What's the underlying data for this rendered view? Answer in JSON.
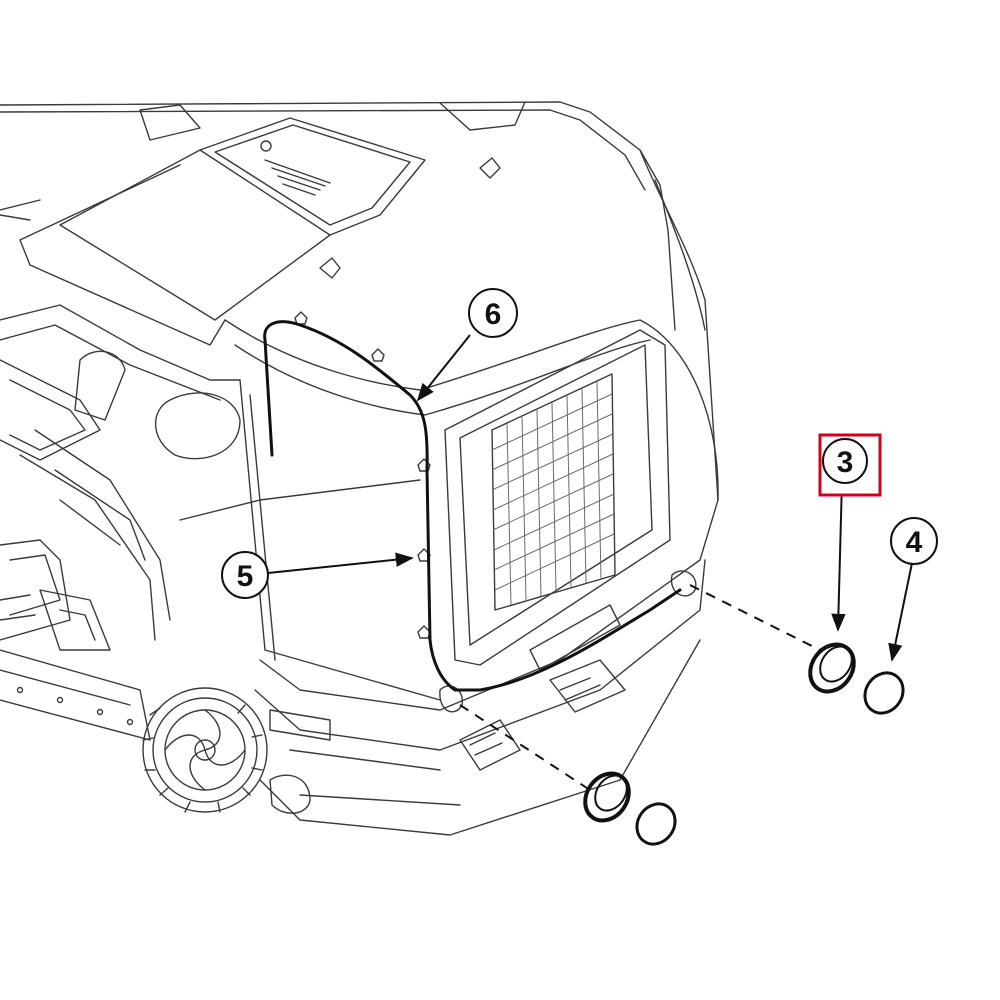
{
  "diagram": {
    "callouts": [
      {
        "number": "3",
        "highlighted": true
      },
      {
        "number": "4",
        "highlighted": false
      },
      {
        "number": "5",
        "highlighted": false
      },
      {
        "number": "6",
        "highlighted": false
      }
    ]
  },
  "colors": {
    "highlight": "#d0021b",
    "line": "#3a3a3a",
    "leader": "#111111",
    "background": "#ffffff"
  }
}
